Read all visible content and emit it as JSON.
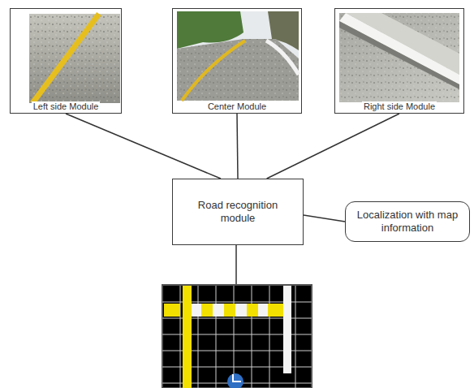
{
  "diagram": {
    "nodes": [
      {
        "text": [
          "Left side Module"
        ]
      },
      {
        "text": [
          "Center Module"
        ]
      },
      {
        "text": [
          "Right side Module"
        ]
      },
      {
        "text": [
          "Road recognition module"
        ]
      },
      {
        "text": [
          "Localization with map information"
        ]
      }
    ],
    "edges": [
      {
        "from": 0,
        "to": 3,
        "arrow": "none"
      },
      {
        "from": 1,
        "to": 3,
        "arrow": "none"
      },
      {
        "from": 2,
        "to": 3,
        "arrow": "none"
      },
      {
        "from": 3,
        "to": 4,
        "arrow": "none"
      }
    ]
  }
}
